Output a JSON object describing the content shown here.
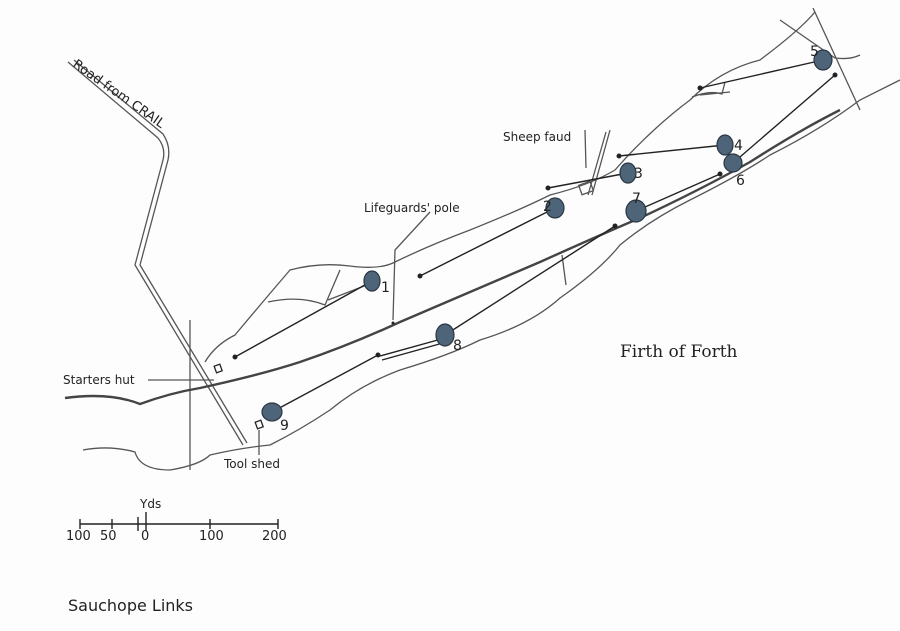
{
  "title": "Sauchope Links",
  "labels": {
    "road": "Road from CRAIL",
    "lifeguards": "Lifeguards' pole",
    "sheep": "Sheep faud",
    "firth": "Firth of Forth",
    "starters": "Starters hut",
    "toolshed": "Tool shed"
  },
  "scale": {
    "unit": "Yds",
    "ticks": [
      "100",
      "50",
      "0",
      "100",
      "200"
    ]
  },
  "holes": [
    "1",
    "2",
    "3",
    "4",
    "5",
    "6",
    "7",
    "8",
    "9"
  ],
  "colors": {
    "green": "#4d6479"
  }
}
